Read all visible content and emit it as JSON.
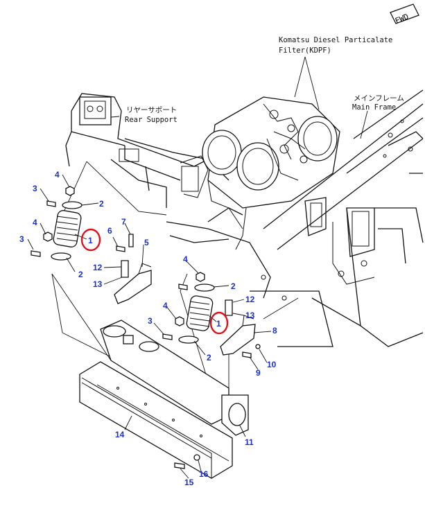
{
  "direction_badge": "FWD",
  "labels": {
    "kdpf_jp": "Komatsu Diesel Particalate",
    "kdpf_en": "Filter(KDPF)",
    "rear_support_jp": "リヤーサポート",
    "rear_support_en": "Rear Support",
    "main_frame_jp": "メインフレーム",
    "main_frame_en": "Main Frame"
  },
  "callouts": {
    "n1a": "1",
    "n1b": "1",
    "n2a": "2",
    "n2b": "2",
    "n2c": "2",
    "n2d": "2",
    "n3a": "3",
    "n3b": "3",
    "n3c": "3",
    "n4a": "4",
    "n4b": "4",
    "n4c": "4",
    "n4d": "4",
    "n5": "5",
    "n6": "6",
    "n7": "7",
    "n8": "8",
    "n9": "9",
    "n10": "10",
    "n11": "11",
    "n12a": "12",
    "n12b": "12",
    "n13a": "13",
    "n13b": "13",
    "n14": "14",
    "n15": "15",
    "n16": "16"
  },
  "colors": {
    "callout": "#1a2fd0",
    "highlight": "#e0101a",
    "line": "#111111"
  }
}
